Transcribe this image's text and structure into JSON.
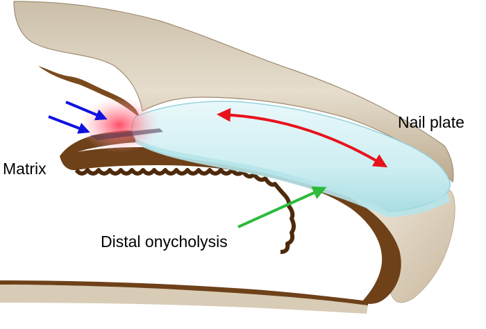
{
  "labels": {
    "nail_plate": "Nail plate",
    "matrix": "Matrix",
    "distal_onycholysis": "Distal onycholysis"
  },
  "colors": {
    "skin_surface": "#d8cdbb",
    "skin_shadow": "#b5a58c",
    "dermis_brown": "#7a4a1e",
    "dermis_dark": "#5a3312",
    "nail_plate": "#d4f1f4",
    "nail_edge": "#a8dde4",
    "matrix_glow": "#ff5a6e",
    "arrow_red": "#e8121b",
    "arrow_blue": "#1010e0",
    "arrow_green": "#2dbb3a",
    "label_text": "#000000"
  },
  "arrows": {
    "nail_growth": "double-headed-red",
    "matrix_pointer": "blue-pair",
    "onycholysis_pointer": "green"
  }
}
